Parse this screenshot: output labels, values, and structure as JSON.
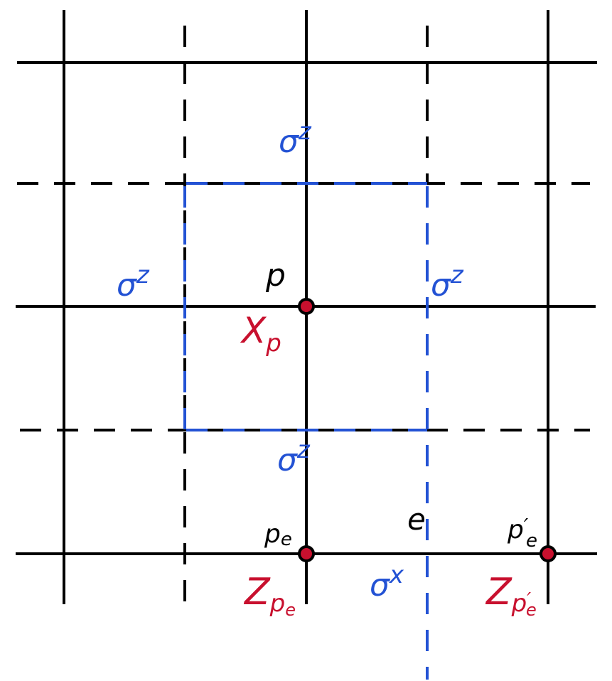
{
  "colors": {
    "lattice": "#000000",
    "dual_string": "#2352d4",
    "operator": "#c8102e",
    "vertex_fill": "#c8102e"
  },
  "labels": {
    "p": "p",
    "X": "X",
    "X_sub": "p",
    "p_e_base": "p",
    "p_e_sub": "e",
    "p_e_prime_base": "p",
    "p_e_prime_prime": "′",
    "p_e_prime_sub": "e",
    "e": "e",
    "Z": "Z",
    "Z_sub_base": "p",
    "Z_sub_sub": "e",
    "Z2": "Z",
    "Z2_sub_base": "p",
    "Z2_sub_prime": "′",
    "Z2_sub_sub": "e",
    "sigma": "σ",
    "sup_z": "z",
    "sup_x": "x"
  }
}
